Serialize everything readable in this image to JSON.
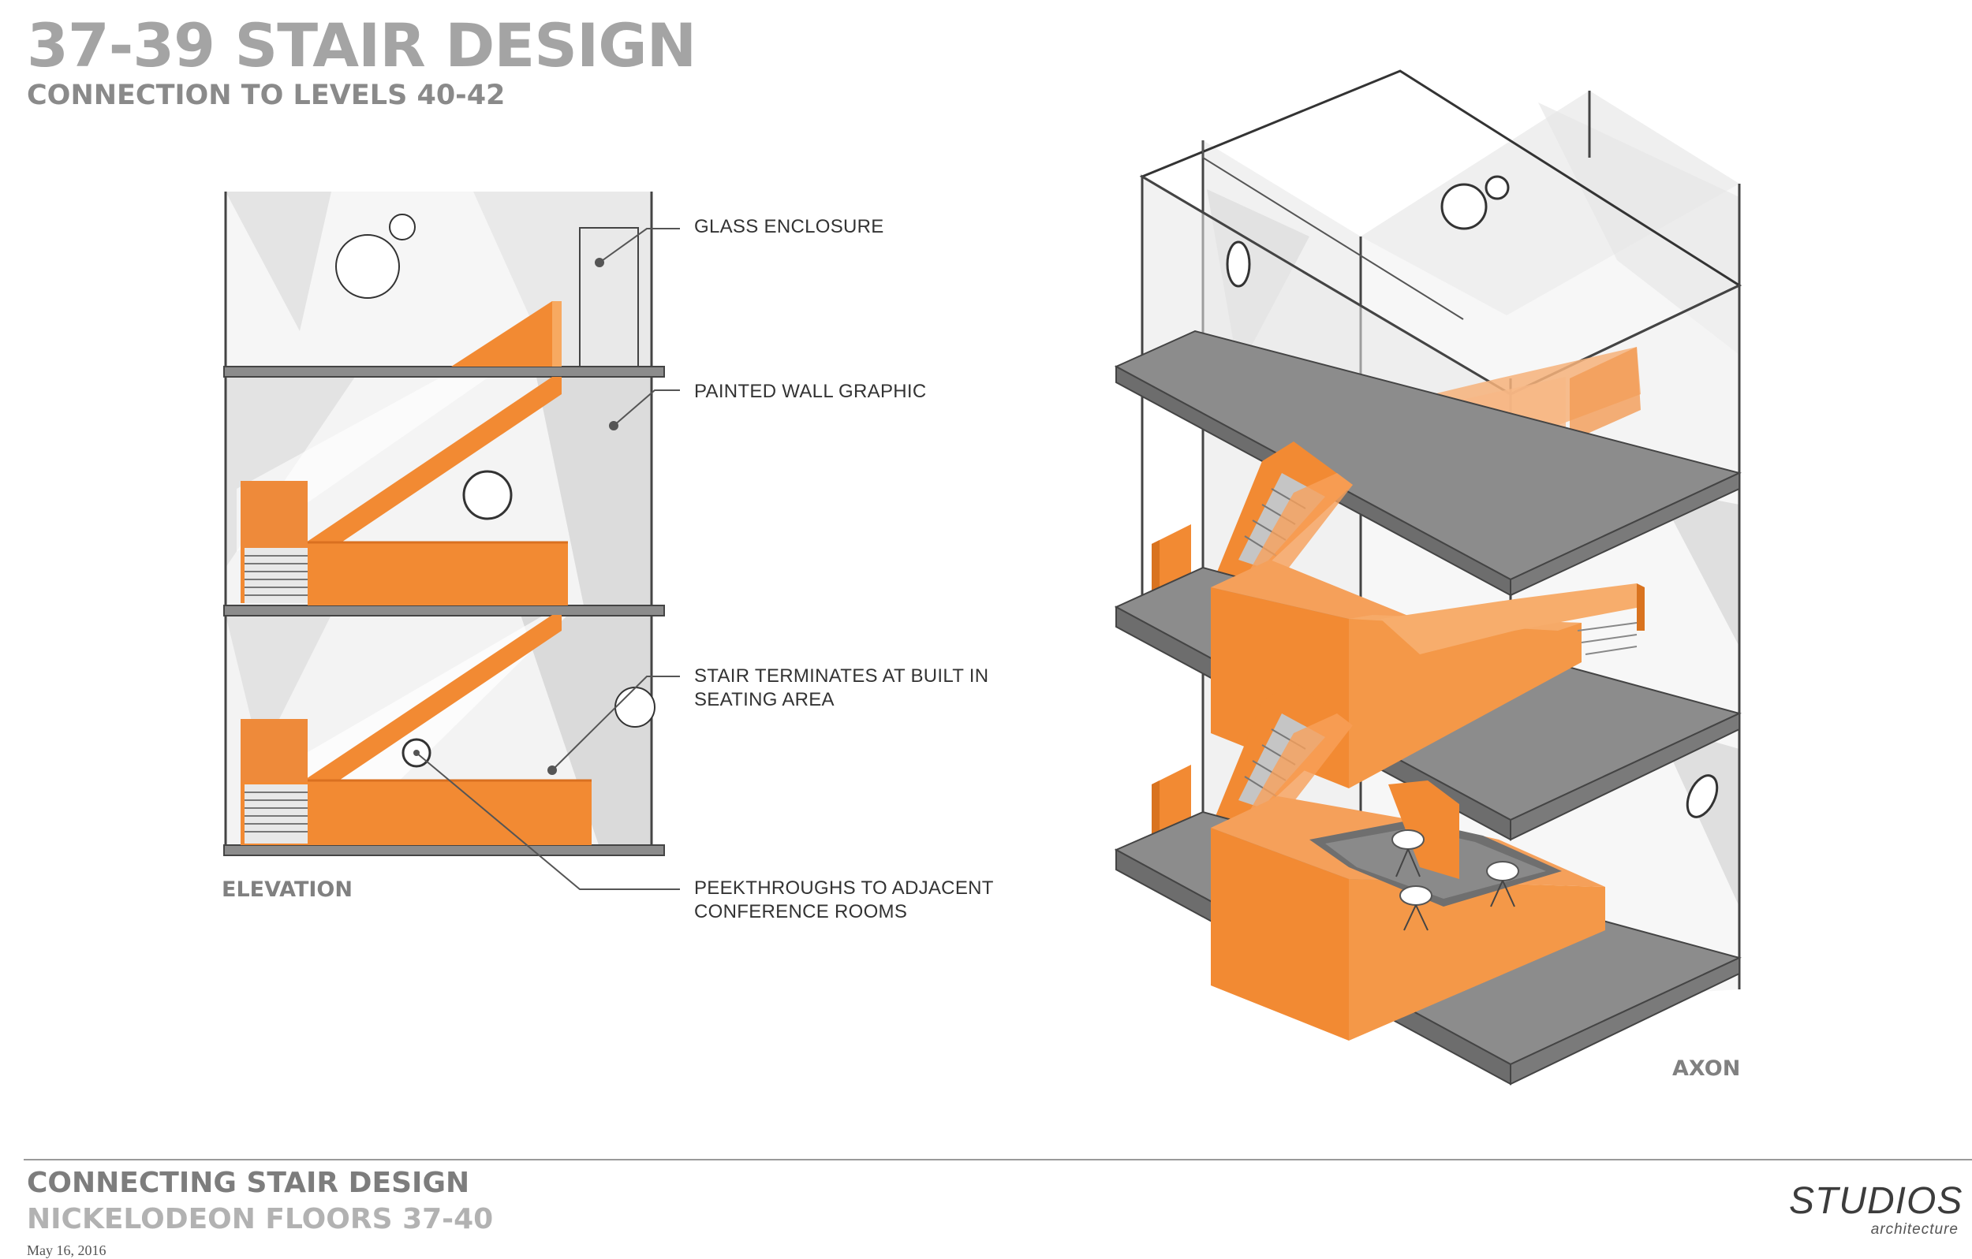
{
  "header": {
    "title": "37-39 STAIR DESIGN",
    "subtitle": "CONNECTION TO LEVELS 40-42"
  },
  "callouts": [
    {
      "lines": [
        "GLASS ENCLOSURE"
      ]
    },
    {
      "lines": [
        "PAINTED WALL GRAPHIC"
      ]
    },
    {
      "lines": [
        "STAIR TERMINATES AT BUILT IN",
        "SEATING AREA"
      ]
    },
    {
      "lines": [
        "PEEKTHROUGHS TO ADJACENT",
        "CONFERENCE ROOMS"
      ]
    }
  ],
  "views": {
    "elevation_label": "ELEVATION",
    "axon_label": "AXON"
  },
  "footer": {
    "title": "CONNECTING STAIR DESIGN",
    "subtitle": "NICKELODEON FLOORS 37-40",
    "date": "May 16, 2016",
    "logo_main": "STUDIOS",
    "logo_sub": "architecture"
  },
  "colors": {
    "stair_orange": "#f28a33",
    "slab_gray": "#8c8c8c",
    "glass_gray": "#d9d9d9",
    "title_gray": "#a4a4a4"
  }
}
